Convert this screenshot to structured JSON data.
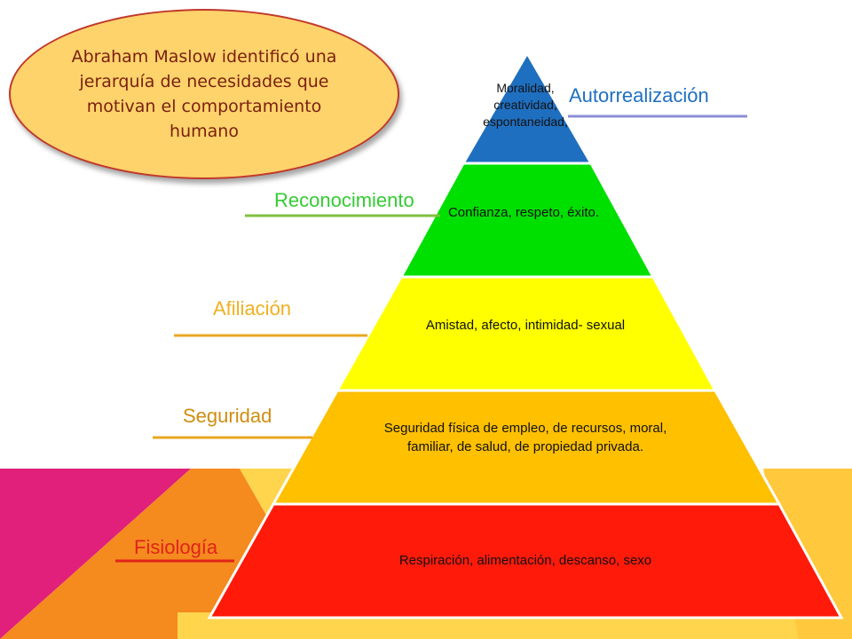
{
  "intro": "Abraham Maslow identificó una jerarquía de necesidades que motivan el comportamiento humano",
  "levels": [
    {
      "name": "Autorrealización",
      "description": "Moralidad, creatividad, espontaneidad,",
      "color": "#1f6fc0",
      "label_color": "#1f6fc0"
    },
    {
      "name": "Reconocimiento",
      "description": "Confianza, respeto, éxito.",
      "color": "#00e000",
      "label_color": "#33cc33"
    },
    {
      "name": "Afiliación",
      "description": "Amistad, afecto, intimidad- sexual",
      "color": "#ffff00",
      "label_color": "#f0b020"
    },
    {
      "name": "Seguridad",
      "description": "Seguridad física de empleo, de recursos, moral, familiar, de salud, de propiedad privada.",
      "color": "#ffc000",
      "label_color": "#d08e10"
    },
    {
      "name": "Fisiología",
      "description": "Respiración, alimentación, descanso, sexo",
      "color": "#ff1a0a",
      "label_color": "#e0241a"
    }
  ],
  "colors": {
    "oval_fill": "#ffd36b",
    "oval_border": "#c0392b",
    "bg_magenta": "#e0207a",
    "bg_orange": "#f58a1f",
    "bg_yellow": "#ffd54d"
  }
}
